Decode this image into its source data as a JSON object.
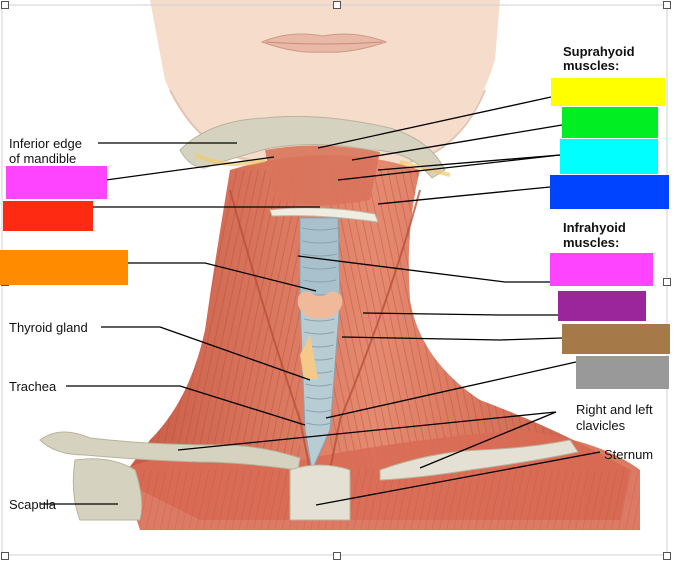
{
  "headers": {
    "suprahyoid_line1": "Suprahyoid",
    "suprahyoid_line2": "muscles:",
    "infrahyoid_line1": "Infrahyoid",
    "infrahyoid_line2": "muscles:"
  },
  "labels": {
    "inferior_edge_line1": "Inferior edge",
    "inferior_edge_line2": "of mandible",
    "thyroid_gland": "Thyroid gland",
    "trachea": "Trachea",
    "scapula": "Scapula",
    "clavicles_line1": "Right and left",
    "clavicles_line2": "clavicles",
    "sternum": "Sternum"
  },
  "answer_boxes": {
    "left": [
      {
        "id": "magenta-left",
        "color": "#ff44ff"
      },
      {
        "id": "red-left",
        "color": "#ff2a12"
      },
      {
        "id": "orange-left",
        "color": "#ff8c00"
      }
    ],
    "suprahyoid": [
      {
        "id": "yellow",
        "color": "#ffff00"
      },
      {
        "id": "green",
        "color": "#00ee22"
      },
      {
        "id": "cyan",
        "color": "#00ffff"
      },
      {
        "id": "blue",
        "color": "#0044ff"
      }
    ],
    "infrahyoid": [
      {
        "id": "pink",
        "color": "#ff44ff"
      },
      {
        "id": "purple",
        "color": "#9b259b"
      },
      {
        "id": "brown",
        "color": "#a57a48"
      },
      {
        "id": "gray",
        "color": "#999999"
      }
    ]
  },
  "colors": {
    "skin": "#f6dccb",
    "muscle": "#e07a62",
    "muscle_dark": "#c0533f",
    "bone": "#d6d2c0",
    "trachea": "#a9c1cc",
    "thyroid": "#f4c98a",
    "leader_line": "#000000"
  }
}
